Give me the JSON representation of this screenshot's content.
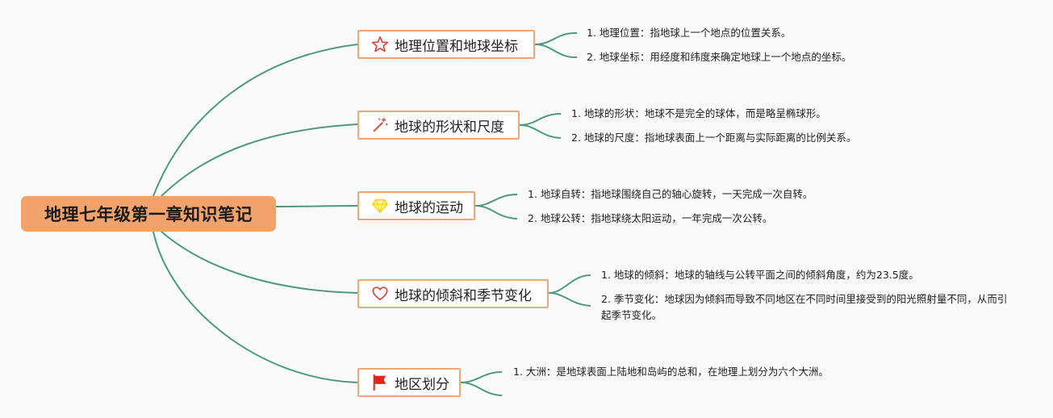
{
  "root": {
    "title": "地理七年级第一章知识笔记"
  },
  "branches": [
    {
      "label": "地理位置和地球坐标",
      "icon": "star-icon",
      "leaves": [
        "1. 地理位置：指地球上一个地点的位置关系。",
        "2. 地球坐标：用经度和纬度来确定地球上一个地点的坐标。"
      ]
    },
    {
      "label": "地球的形状和尺度",
      "icon": "magic-wand-icon",
      "leaves": [
        "1. 地球的形状：地球不是完全的球体，而是略呈椭球形。",
        "2. 地球的尺度：指地球表面上一个距离与实际距离的比例关系。"
      ]
    },
    {
      "label": "地球的运动",
      "icon": "diamond-icon",
      "leaves": [
        "1. 地球自转：指地球围绕自己的轴心旋转，一天完成一次自转。",
        "2. 地球公转：指地球绕太阳运动，一年完成一次公转。"
      ]
    },
    {
      "label": "地球的倾斜和季节变化",
      "icon": "heart-icon",
      "leaves": [
        "1. 地球的倾斜：地球的轴线与公转平面之间的倾斜角度，约为23.5度。",
        "2. 季节变化：地球因为倾斜而导致不同地区在不同时间里接受到的阳光照射量不同，从而引起季节变化。"
      ]
    },
    {
      "label": "地区划分",
      "icon": "flag-icon",
      "leaves": [
        "1. 大洲：是地球表面上陆地和岛屿的总和，在地理上划分为六个大洲。"
      ]
    }
  ],
  "colors": {
    "root_fill": "#f2a36c",
    "branch_border": "#f0a679",
    "connector": "#4e9a7f",
    "star": "#d9423a",
    "wand": "#e04a3a",
    "diamond": "#f2d21a",
    "heart": "#d9423a",
    "flag": "#e0251b"
  }
}
